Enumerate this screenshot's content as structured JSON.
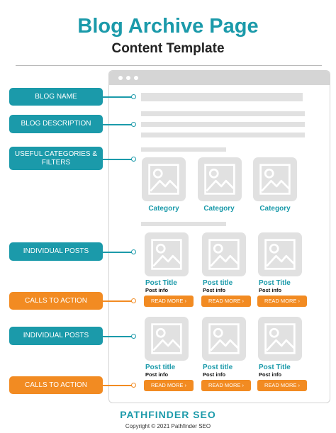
{
  "header": {
    "title": "Blog Archive Page",
    "subtitle": "Content Template"
  },
  "labels": {
    "blog_name": "BLOG NAME",
    "blog_description": "BLOG DESCRIPTION",
    "useful_categories": "USEFUL CATEGORIES & FILTERS",
    "individual_posts_1": "INDIVIDUAL POSTS",
    "calls_to_action_1": "CALLS TO ACTION",
    "individual_posts_2": "INDIVIDUAL POSTS",
    "calls_to_action_2": "CALLS TO ACTION"
  },
  "categories": [
    "Category",
    "Category",
    "Category"
  ],
  "posts_row1": [
    {
      "title": "Post Title",
      "info": "Post info",
      "cta": "READ MORE  ›"
    },
    {
      "title": "Post title",
      "info": "Post info",
      "cta": "READ MORE  ›"
    },
    {
      "title": "Post Title",
      "info": "Post info",
      "cta": "READ MORE  ›"
    }
  ],
  "posts_row2": [
    {
      "title": "Post title",
      "info": "Post info",
      "cta": "READ MORE  ›"
    },
    {
      "title": "Post title",
      "info": "Post info",
      "cta": "READ MORE  ›"
    },
    {
      "title": "Post Title",
      "info": "Post info",
      "cta": "READ MORE  ›"
    }
  ],
  "footer": {
    "brand": "PATHFINDER SEO",
    "copyright": "Copyright © 2021 Pathfinder SEO"
  },
  "colors": {
    "teal": "#1b9aaa",
    "orange": "#f28b22",
    "placeholder": "#e1e1e1"
  },
  "icons": {
    "image_placeholder": "image-icon",
    "browser_dots": "window-dots-icon",
    "chevron": "chevron-right-icon"
  }
}
